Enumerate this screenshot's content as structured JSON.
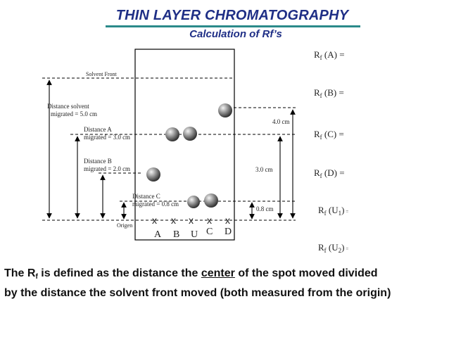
{
  "title": "THIN LAYER CHROMATOGRAPHY",
  "subtitle": "Calculation of Rf’s",
  "diagram": {
    "solvent_front_label": "Solvent Front",
    "origin_label": "Origen",
    "distance_solvent": {
      "line1": "Distance solvent",
      "line2": "migrated = 5.0 cm"
    },
    "distance_a": {
      "line1": "Distance A",
      "line2": "migrated = 3.0 cm"
    },
    "distance_b": {
      "line1": "Distance B",
      "line2": "migrated = 2.0 cm"
    },
    "distance_c": {
      "line1": "Distance C",
      "line2": "migrated = 0.8 cm"
    },
    "right_measure_1": "4.0 cm",
    "right_measure_2": "3.0 cm",
    "right_measure_3": "0.8 cm",
    "lane_mark": "x",
    "lanes": [
      "A",
      "B",
      "U",
      "C",
      "D"
    ]
  },
  "rf_list": [
    {
      "r": "R",
      "sub": "f",
      "name": " (A) =",
      "small": ""
    },
    {
      "r": "R",
      "sub": "f",
      "name": " (B) =",
      "small": ""
    },
    {
      "r": "R",
      "sub": "f",
      "name": " (C) =",
      "small": ""
    },
    {
      "r": "R",
      "sub": "f",
      "name": " (D) =",
      "small": ""
    },
    {
      "r": "R",
      "sub": "f",
      "name": " (U",
      "sub2": "1",
      "close": ")",
      "small": " ="
    },
    {
      "r": "R",
      "sub": "f",
      "name": " (U",
      "sub2": "2",
      "close": ")",
      "small": " ="
    }
  ],
  "definition": {
    "p1": "The R",
    "sub": "f",
    "p2": " is defined as the distance the ",
    "underlined": "center",
    "p3": " of the spot moved divided",
    "line2": "by the distance the solvent front moved (both measured from the origin)"
  }
}
